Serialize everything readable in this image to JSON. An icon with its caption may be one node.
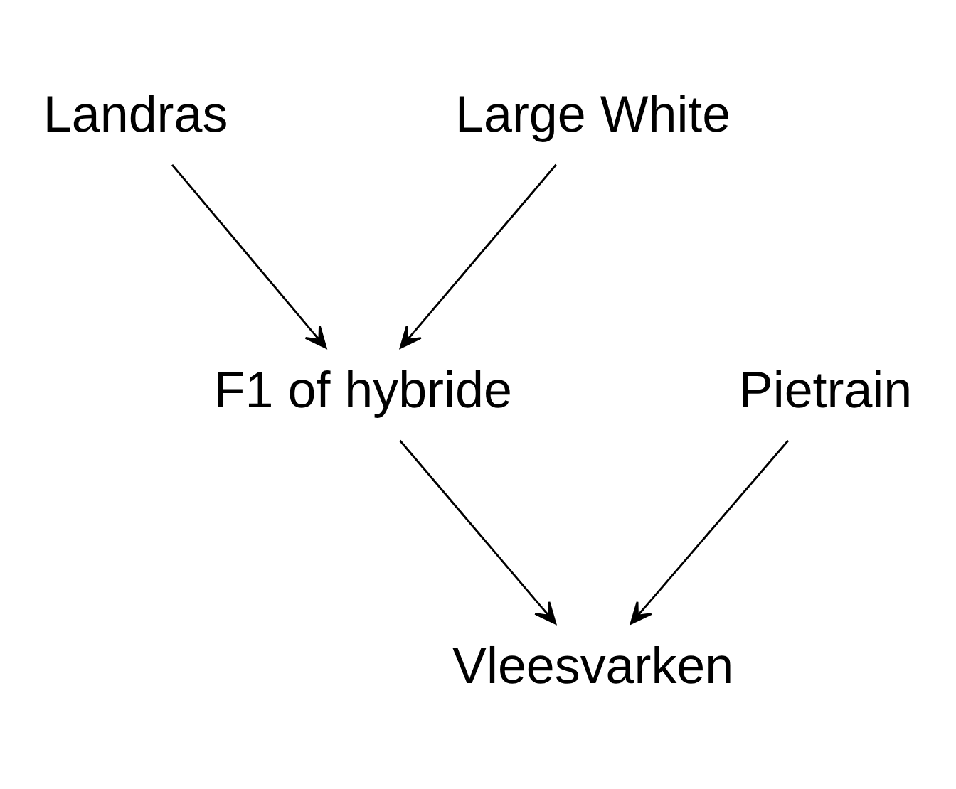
{
  "diagram": {
    "nodes": [
      {
        "text": [
          "Landras"
        ]
      },
      {
        "text": [
          "Large White"
        ]
      },
      {
        "text": [
          "F1 of hybride"
        ]
      },
      {
        "text": [
          "Pietrain"
        ]
      },
      {
        "text": [
          "Vleesvarken"
        ]
      }
    ],
    "edges": [
      {
        "from": 0,
        "to": 2,
        "arrow": "to"
      },
      {
        "from": 1,
        "to": 2,
        "arrow": "to"
      },
      {
        "from": 2,
        "to": 4,
        "arrow": "to"
      },
      {
        "from": 3,
        "to": 4,
        "arrow": "to"
      }
    ]
  }
}
